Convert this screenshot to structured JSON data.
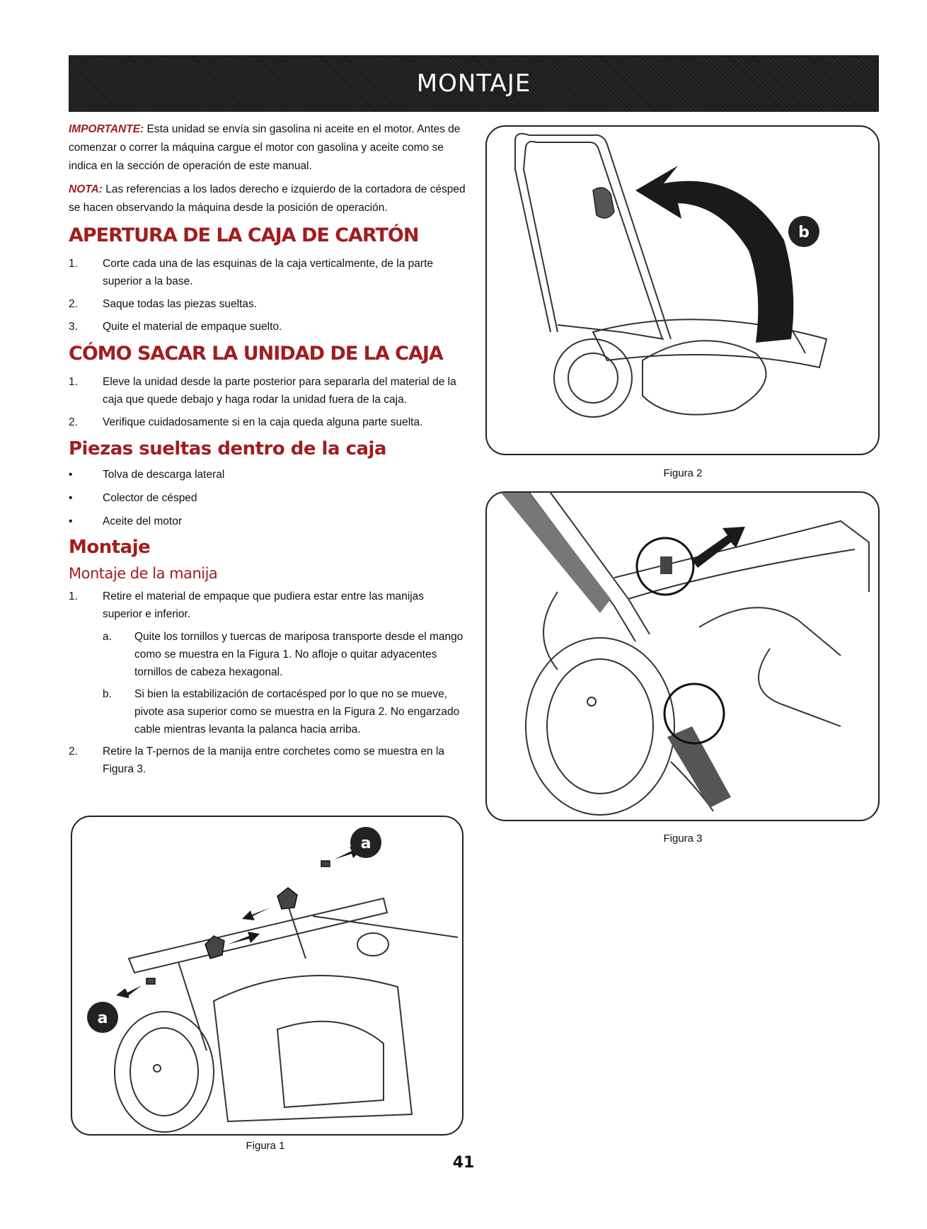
{
  "header": {
    "title": "MONTAJE"
  },
  "intro": {
    "important_label": "IMPORTANTE:",
    "important_text": "Esta unidad se envía sin gasolina ni aceite en el motor. Antes de comenzar o correr la máquina cargue el motor con gasolina y aceite como se indica en la sección de operación de este manual.",
    "nota_label": "NOTA:",
    "nota_text": "Las referencias a los lados derecho e izquierdo de la cortadora de césped se hacen observando la máquina desde la posición de operación."
  },
  "section1": {
    "title": "APERTURA DE LA CAJA DE CARTÓN",
    "items": [
      {
        "num": "1.",
        "text": "Corte cada una de las esquinas de la caja verticalmente, de la parte superior a la base."
      },
      {
        "num": "2.",
        "text": "Saque todas las piezas sueltas."
      },
      {
        "num": "3.",
        "text": "Quite el material de empaque suelto."
      }
    ]
  },
  "section2": {
    "title": "CÓMO SACAR LA UNIDAD DE LA CAJA",
    "items": [
      {
        "num": "1.",
        "text": "Eleve la unidad desde la parte posterior para separarla del material de la caja que quede debajo y haga rodar la unidad fuera de la caja."
      },
      {
        "num": "2.",
        "text": "Verifique cuidadosamente si en la caja queda alguna parte suelta."
      }
    ]
  },
  "section3": {
    "title": "Piezas sueltas dentro de la caja",
    "bullets": [
      "Tolva de descarga lateral",
      "Colector de césped",
      "Aceite del motor"
    ]
  },
  "section4": {
    "title": "Montaje",
    "subtitle": "Montaje de la manija",
    "item1": {
      "num": "1.",
      "text": "Retire el material de empaque que pudiera estar entre las manijas superior e inferior."
    },
    "sub_a": {
      "num": "a.",
      "text": "Quite los tornillos y tuercas de mariposa transporte desde el mango como se muestra en la Figura 1. No afloje o quitar adyacentes tornillos de cabeza hexagonal."
    },
    "sub_b": {
      "num": "b.",
      "text": "Si bien la estabilización de cortacésped por lo que no se mueve, pivote asa superior como se muestra en la Figura 2. No engarzado cable mientras levanta la palanca hacia arriba."
    },
    "item2": {
      "num": "2.",
      "text": "Retire la T-pernos de la manija entre corchetes como se muestra en la Figura 3."
    }
  },
  "figures": {
    "fig1_caption": "Figura 1",
    "fig1_badge": "a",
    "fig2_caption": "Figura 2",
    "fig2_badge": "b",
    "fig3_caption": "Figura 3"
  },
  "page_number": "41"
}
